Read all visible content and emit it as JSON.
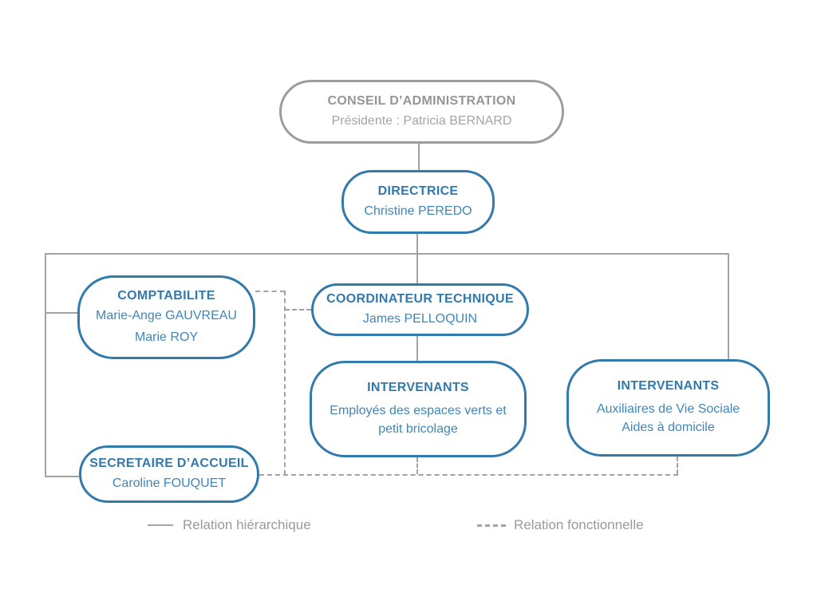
{
  "colors": {
    "node_blue": "#3279ac",
    "node_gray": "#9c9c9c",
    "connector_gray": "#a3a3a3",
    "background": "#ffffff"
  },
  "nodes": {
    "conseil": {
      "title": "CONSEIL D’ADMINISTRATION",
      "subtitle": "Présidente : Patricia BERNARD"
    },
    "directrice": {
      "title": "DIRECTRICE",
      "subtitle": "Christine PEREDO"
    },
    "comptabilite": {
      "title": "COMPTABILITE",
      "line1": "Marie-Ange GAUVREAU",
      "line2": "Marie ROY"
    },
    "coordinateur": {
      "title": "COORDINATEUR TECHNIQUE",
      "subtitle": "James PELLOQUIN"
    },
    "intervenants_tech": {
      "title": "INTERVENANTS",
      "line1": "Employés des espaces verts et",
      "line2": "petit bricolage"
    },
    "intervenants_social": {
      "title": "INTERVENANTS",
      "line1": "Auxiliaires de Vie Sociale",
      "line2": "Aides à domicile"
    },
    "secretaire": {
      "title": "SECRETAIRE D’ACCUEIL",
      "subtitle": "Caroline FOUQUET"
    }
  },
  "legend": {
    "hierarchical_label": "Relation hiérarchique",
    "functional_label": "Relation fonctionnelle"
  }
}
